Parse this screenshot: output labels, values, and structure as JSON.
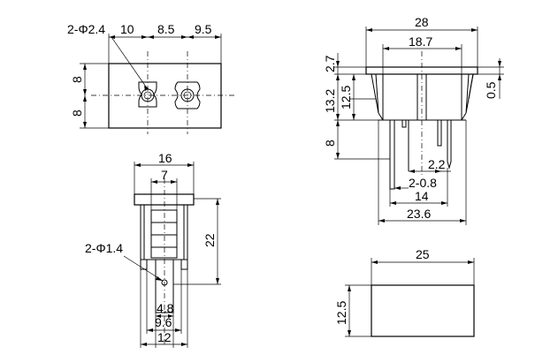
{
  "front_view": {
    "hole_label": "2-Φ2.4",
    "pitch_10": "10",
    "pitch_8_5": "8.5",
    "pitch_9_5": "9.5",
    "height_top": "8",
    "height_bottom": "8"
  },
  "side_view": {
    "width_28": "28",
    "width_18_7": "18.7",
    "h_2_7": "2.7",
    "h_0_5": "0.5",
    "h_13_2": "13.2",
    "h_12_5": "12.5",
    "h_8": "8",
    "pin_2_2": "2.2",
    "pin_2_0_8": "2-0.8",
    "w_14": "14",
    "w_23_6": "23.6"
  },
  "bottom_view": {
    "w_16": "16",
    "w_7": "7",
    "h_22": "22",
    "hole_label": "2-Φ1.4",
    "w_4_8": "4.8",
    "w_9_6": "9.6",
    "w_12": "12"
  },
  "cutout_view": {
    "w_25": "25",
    "h_12_5": "12.5"
  }
}
